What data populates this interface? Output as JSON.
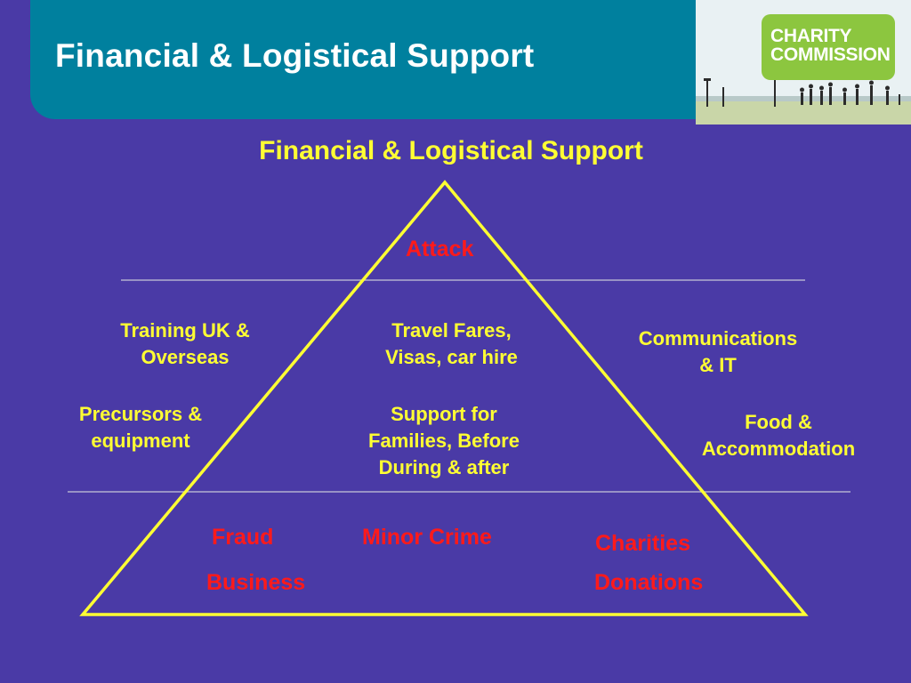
{
  "header": {
    "title": "Financial & Logistical Support"
  },
  "logo": {
    "line1": "CHARITY",
    "line2": "COMMISSION"
  },
  "diagram": {
    "title": "Financial & Logistical Support",
    "apex": "Attack",
    "middle_tier": {
      "training": "Training UK &\nOverseas",
      "travel": "Travel Fares,\nVisas, car hire",
      "communications": "Communications\n& IT",
      "precursors": "Precursors &\nequipment",
      "support": "Support for\nFamilies, Before\nDuring & after",
      "food": "Food &\nAccommodation"
    },
    "base_tier": {
      "fraud": "Fraud",
      "minor_crime": "Minor Crime",
      "charities": "Charities",
      "business": "Business",
      "donations": "Donations"
    },
    "colors": {
      "outline": "#ffff33",
      "divider": "#c8c8d8",
      "base_text": "#ff1a1a",
      "background": "#4a3aa6"
    }
  }
}
